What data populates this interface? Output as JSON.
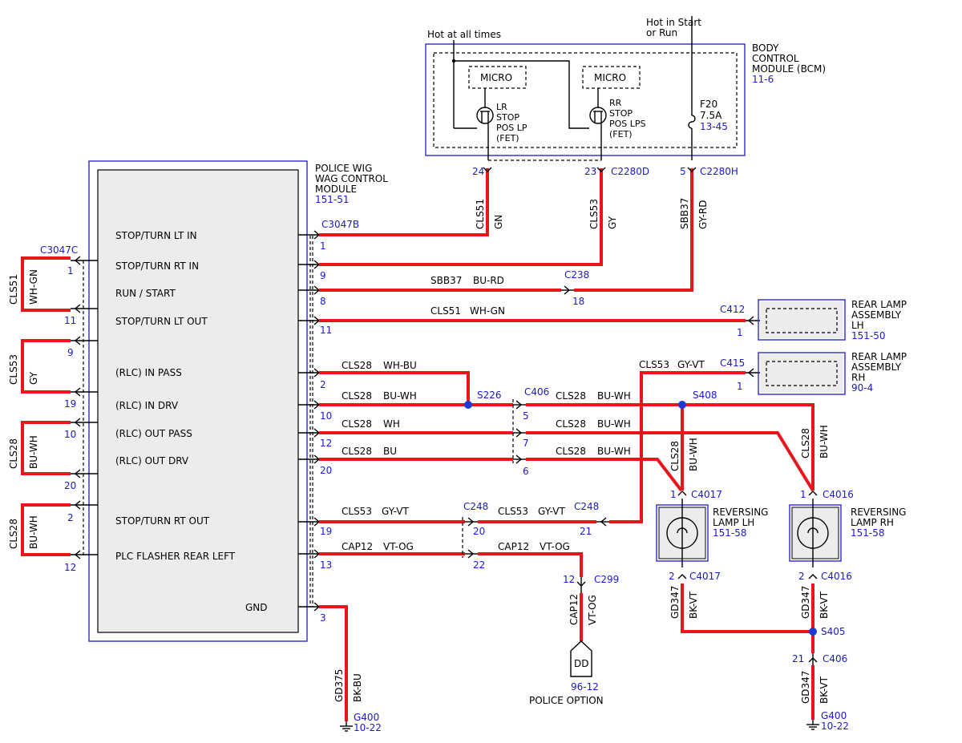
{
  "bcm": {
    "title": [
      "BODY",
      "CONTROL",
      "MODULE (BCM)"
    ],
    "ref": "11-6",
    "hot_all_times": "Hot at all times",
    "hot_start": [
      "Hot in Start",
      "or Run"
    ],
    "micro": "MICRO",
    "lr_fet": [
      "LR",
      "STOP",
      "POS LP",
      "(FET)"
    ],
    "rr_fet": [
      "RR",
      "STOP",
      "POS LPS",
      "(FET)"
    ],
    "fuse": [
      "F20",
      "7.5A"
    ],
    "fuse_ref": "13-45",
    "pins": {
      "p24": "24",
      "p23": "23",
      "p5": "5"
    },
    "conn_d": "C2280D",
    "conn_h": "C2280H"
  },
  "module": {
    "title": [
      "POLICE WIG",
      "WAG CONTROL",
      "MODULE"
    ],
    "ref": "151-51",
    "connector": "C3047B",
    "left_connector": "C3047C",
    "labels": {
      "stop_lt_in": "STOP/TURN LT IN",
      "stop_rt_in": "STOP/TURN RT IN",
      "run_start": "RUN / START",
      "stop_lt_out": "STOP/TURN LT OUT",
      "rlc_in_pass": "(RLC) IN PASS",
      "rlc_in_drv": "(RLC) IN DRV",
      "rlc_out_pass": "(RLC) OUT PASS",
      "rlc_out_drv": "(RLC) OUT DRV",
      "stop_rt_out": "STOP/TURN RT OUT",
      "plc_flasher": "PLC FLASHER REAR LEFT",
      "gnd": "GND"
    },
    "pins": {
      "p1": "1",
      "p9": "9",
      "p8": "8",
      "p11": "11",
      "p2": "2",
      "p10": "10",
      "p12": "12",
      "p20": "20",
      "p19": "19",
      "p13": "13",
      "p3": "3"
    },
    "left_pins": {
      "l1": "1",
      "l11": "11",
      "l9": "9",
      "l19": "19",
      "l10": "10",
      "l20": "20",
      "l2": "2",
      "l12": "12"
    }
  },
  "loops": {
    "loop1": {
      "circuit": "CLS51",
      "color": "WH-GN"
    },
    "loop2": {
      "circuit": "CLS53",
      "color": "GY"
    },
    "loop3": {
      "circuit": "CLS28",
      "color": "BU-WH"
    },
    "loop4": {
      "circuit": "CLS28",
      "color": "BU-WH"
    }
  },
  "wires": {
    "cls51_gn": {
      "circuit": "CLS51",
      "color": "GN"
    },
    "cls53_gy": {
      "circuit": "CLS53",
      "color": "GY"
    },
    "sbb37_gyrd": {
      "circuit": "SBB37",
      "color": "GY-RD"
    },
    "sbb37_burd": {
      "circuit": "SBB37",
      "color": "BU-RD"
    },
    "cls51_whgn": {
      "circuit": "CLS51",
      "color": "WH-GN"
    },
    "cls53_gyvt_top": {
      "circuit": "CLS53",
      "color": "GY-VT"
    },
    "cls28_whbu": {
      "circuit": "CLS28",
      "color": "WH-BU"
    },
    "cls28_buwh_a": {
      "circuit": "CLS28",
      "color": "BU-WH"
    },
    "cls28_buwh_b": {
      "circuit": "CLS28",
      "color": "BU-WH"
    },
    "cls28_wh": {
      "circuit": "CLS28",
      "color": "WH"
    },
    "cls28_buwh_c": {
      "circuit": "CLS28",
      "color": "BU-WH"
    },
    "cls28_bu": {
      "circuit": "CLS28",
      "color": "BU"
    },
    "cls28_buwh_d": {
      "circuit": "CLS28",
      "color": "BU-WH"
    },
    "cls53_gyvt_a": {
      "circuit": "CLS53",
      "color": "GY-VT"
    },
    "cls53_gyvt_b": {
      "circuit": "CLS53",
      "color": "GY-VT"
    },
    "cap12_a": {
      "circuit": "CAP12",
      "color": "VT-OG"
    },
    "cap12_b": {
      "circuit": "CAP12",
      "color": "VT-OG"
    },
    "cap12_v": {
      "circuit": "CAP12",
      "color": "VT-OG"
    },
    "cls28_lh": {
      "circuit": "CLS28",
      "color": "BU-WH"
    },
    "cls28_rh": {
      "circuit": "CLS28",
      "color": "BU-WH"
    },
    "gd347_lh": {
      "circuit": "GD347",
      "color": "BK-VT"
    },
    "gd347_rh": {
      "circuit": "GD347",
      "color": "BK-VT"
    },
    "gd347_bot": {
      "circuit": "GD347",
      "color": "BK-VT"
    },
    "gd375": {
      "circuit": "GD375",
      "color": "BK-BU"
    }
  },
  "connectors": {
    "c238": "C238",
    "c238_pin": "18",
    "c412": "C412",
    "c412_pin": "1",
    "c415": "C415",
    "c415_pin": "1",
    "c406": "C406",
    "c406_pins": [
      "5",
      "7",
      "6"
    ],
    "c248_a": "C248",
    "c248_b": "C248",
    "c248_pins": [
      "20",
      "22",
      "21"
    ],
    "c299": "C299",
    "c299_pin": "12",
    "c4017": "C4017",
    "c4017_pins": [
      "1",
      "2"
    ],
    "c4016": "C4016",
    "c4016_pins": [
      "1",
      "2"
    ],
    "c406_b": "C406",
    "c406_b_pin": "21"
  },
  "splices": {
    "s226": "S226",
    "s408": "S408",
    "s405": "S405"
  },
  "components": {
    "rear_lamp_lh": [
      "REAR LAMP",
      "ASSEMBLY",
      "LH"
    ],
    "rear_lamp_lh_ref": "151-50",
    "rear_lamp_rh": [
      "REAR LAMP",
      "ASSEMBLY",
      "RH"
    ],
    "rear_lamp_rh_ref": "90-4",
    "rev_lamp_lh": [
      "REVERSING",
      "LAMP LH"
    ],
    "rev_lamp_lh_ref": "151-58",
    "rev_lamp_rh": [
      "REVERSING",
      "LAMP RH"
    ],
    "rev_lamp_rh_ref": "151-58",
    "dd": "DD",
    "dd_ref": "96-12",
    "police_option": "POLICE OPTION"
  },
  "grounds": {
    "g400_a": "G400",
    "g400_a_ref": "10-22",
    "g400_b": "G400",
    "g400_b_ref": "10-22"
  },
  "colors": {
    "wire": "#e8151b",
    "ref": "#1a1acc",
    "splice": "#1a3ad6",
    "box": "#2a2ad0"
  }
}
